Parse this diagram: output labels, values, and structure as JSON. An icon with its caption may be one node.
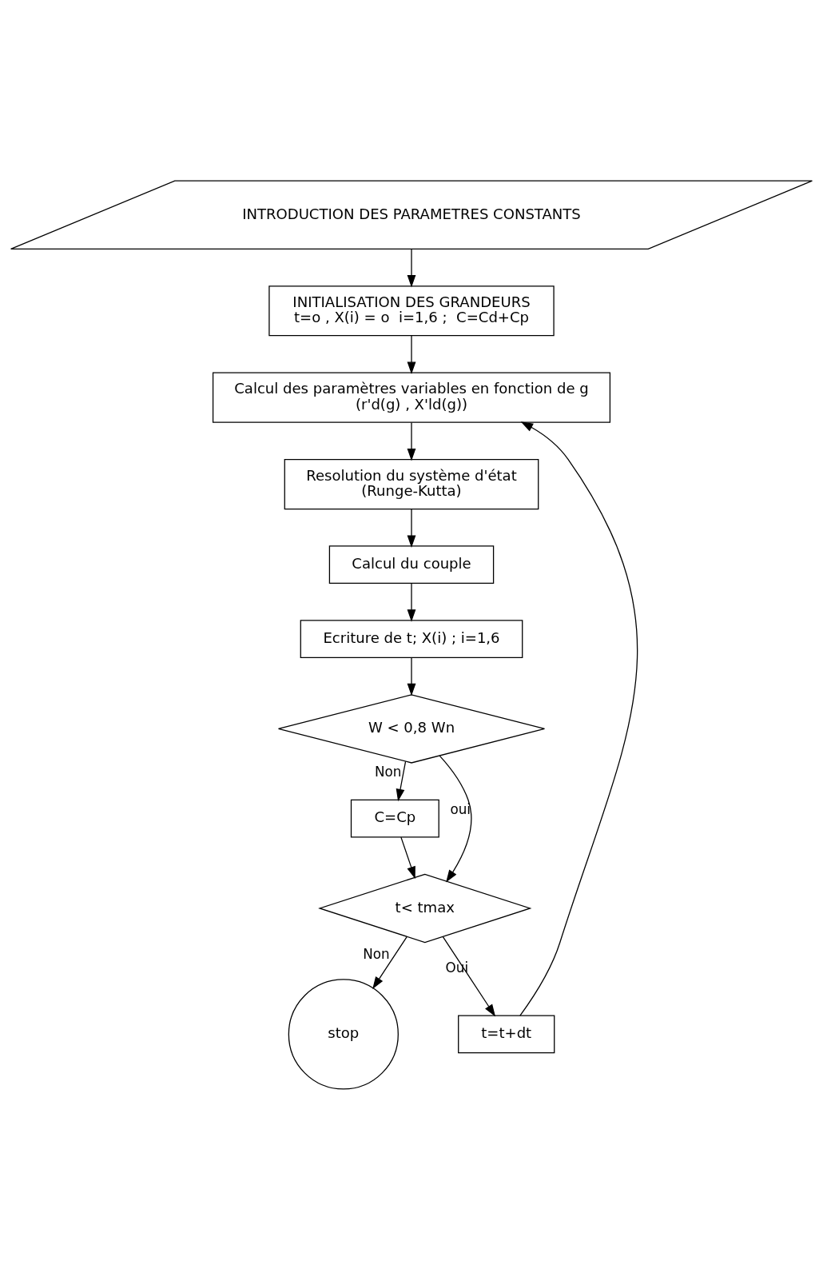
{
  "diagram": {
    "nodes": [
      {
        "text": [
          "INTRODUCTION DES PARAMETRES CONSTANTS"
        ]
      },
      {
        "text": [
          "INITIALISATION DES GRANDEURS",
          "t=o , X(i) = o  i=1,6 ;  C=Cd+Cp"
        ]
      },
      {
        "text": [
          "Calcul des paramètres variables en fonction de g",
          "(r'd(g) , X'ld(g))"
        ]
      },
      {
        "text": [
          "Resolution du système d'état",
          "(Runge-Kutta)"
        ]
      },
      {
        "text": [
          "Calcul du couple"
        ]
      },
      {
        "text": [
          "Ecriture de t; X(i) ; i=1,6"
        ]
      },
      {
        "text": [
          "W < 0,8 Wn"
        ]
      },
      {
        "text": [
          "C=Cp"
        ]
      },
      {
        "text": [
          "t< tmax"
        ]
      },
      {
        "text": [
          "stop"
        ]
      },
      {
        "text": [
          "t=t+dt"
        ]
      }
    ],
    "edges": [
      {
        "from": 0,
        "to": 1,
        "arrow": "to"
      },
      {
        "from": 1,
        "to": 2,
        "arrow": "to"
      },
      {
        "from": 2,
        "to": 3,
        "arrow": "to"
      },
      {
        "from": 3,
        "to": 4,
        "arrow": "to"
      },
      {
        "from": 4,
        "to": 5,
        "arrow": "to"
      },
      {
        "from": 5,
        "to": 6,
        "arrow": "to"
      },
      {
        "from": 6,
        "to": 7,
        "arrow": "to",
        "label": "Non"
      },
      {
        "from": 7,
        "to": 8,
        "arrow": "to"
      },
      {
        "from": 6,
        "to": 8,
        "arrow": "to",
        "label": "oui"
      },
      {
        "from": 8,
        "to": 9,
        "arrow": "to",
        "label": "Non"
      },
      {
        "from": 8,
        "to": 10,
        "arrow": "to",
        "label": "Oui"
      },
      {
        "from": 10,
        "to": 2,
        "arrow": "to"
      }
    ]
  }
}
